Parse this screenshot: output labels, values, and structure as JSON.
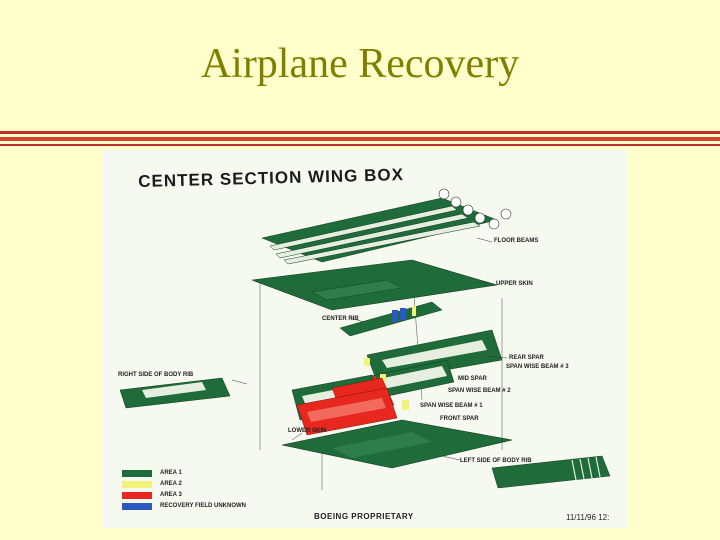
{
  "slide": {
    "title": "Airplane Recovery"
  },
  "figure": {
    "title": "CENTER SECTION WING BOX",
    "labels": {
      "floor_beams": "FLOOR BEAMS",
      "upper_skin": "UPPER SKIN",
      "center_rib": "CENTER RIB",
      "rear_spar": "REAR SPAR",
      "span_wise_beam_3": "SPAN WISE BEAM # 3",
      "mid_spar": "MID SPAR",
      "span_wise_beam_2": "SPAN WISE BEAM # 2",
      "span_wise_beam_1": "SPAN WISE BEAM # 1",
      "front_spar": "FRONT SPAR",
      "lower_skin": "LOWER SKIN",
      "right_side_body_rib": "RIGHT SIDE OF BODY RIB",
      "left_side_body_rib": "LEFT SIDE OF BODY RIB"
    },
    "legend": [
      {
        "label": "AREA 1",
        "color": "#1f6b3a"
      },
      {
        "label": "AREA 2",
        "color": "#f2f27a"
      },
      {
        "label": "AREA 3",
        "color": "#e8281e"
      },
      {
        "label": "RECOVERY FIELD UNKNOWN",
        "color": "#2b59c3"
      }
    ],
    "footer": "BOEING PROPRIETARY",
    "date": "11/11/96 12:"
  },
  "colors": {
    "background": "#ffffcc",
    "title": "#808000",
    "rule": "#c0302a",
    "structure": "#1f6b3a"
  }
}
